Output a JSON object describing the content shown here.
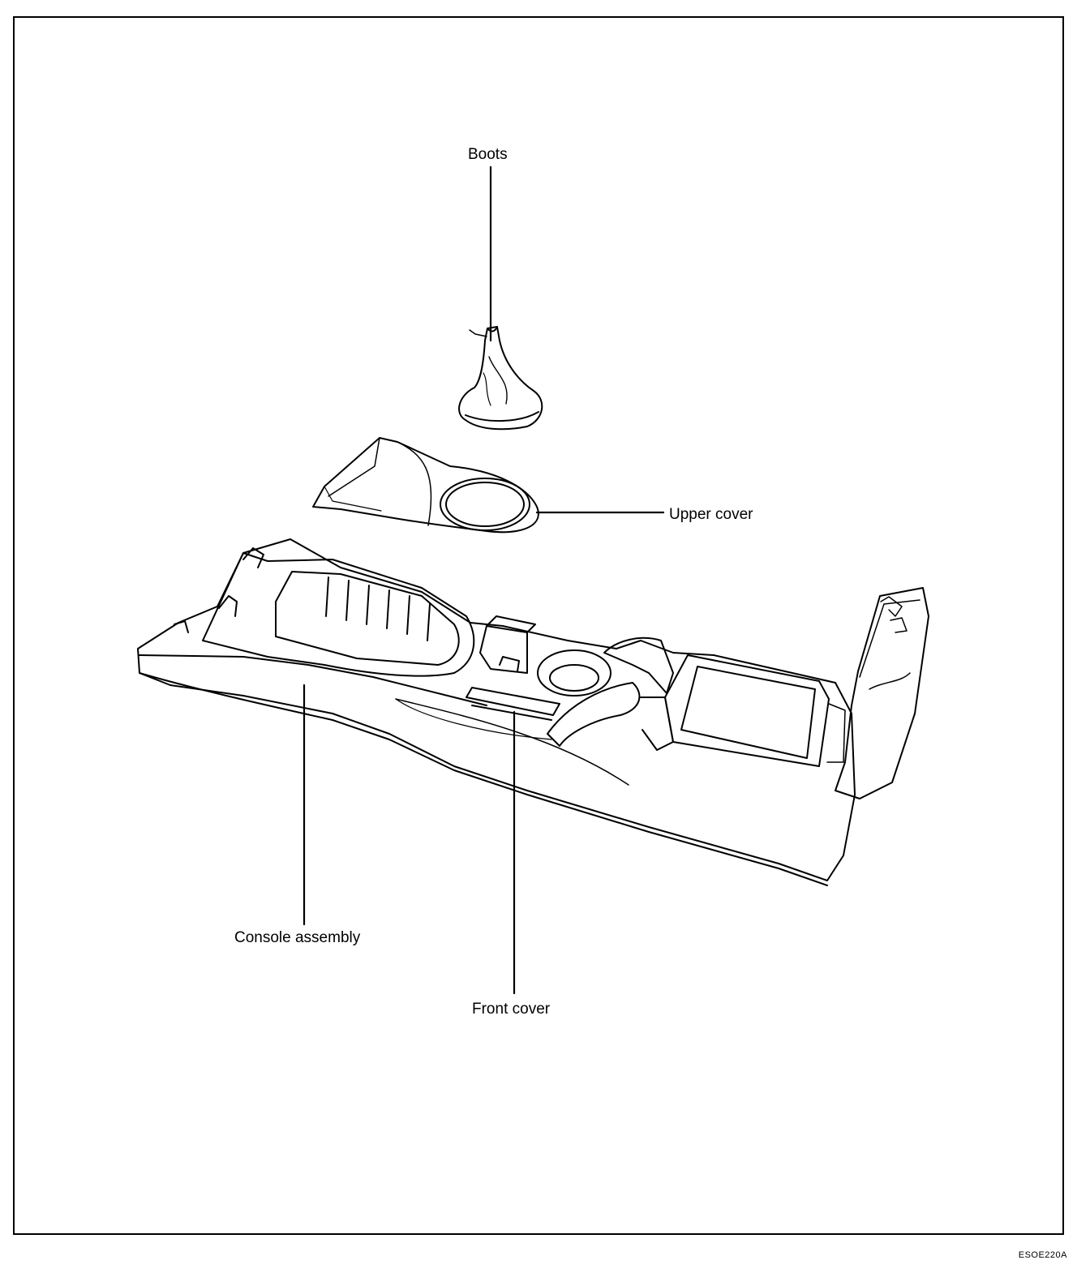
{
  "labels": {
    "boots": "Boots",
    "upper_cover": "Upper cover",
    "console_assembly": "Console assembly",
    "front_cover": "Front cover"
  },
  "figure_code": "ESOE220A"
}
